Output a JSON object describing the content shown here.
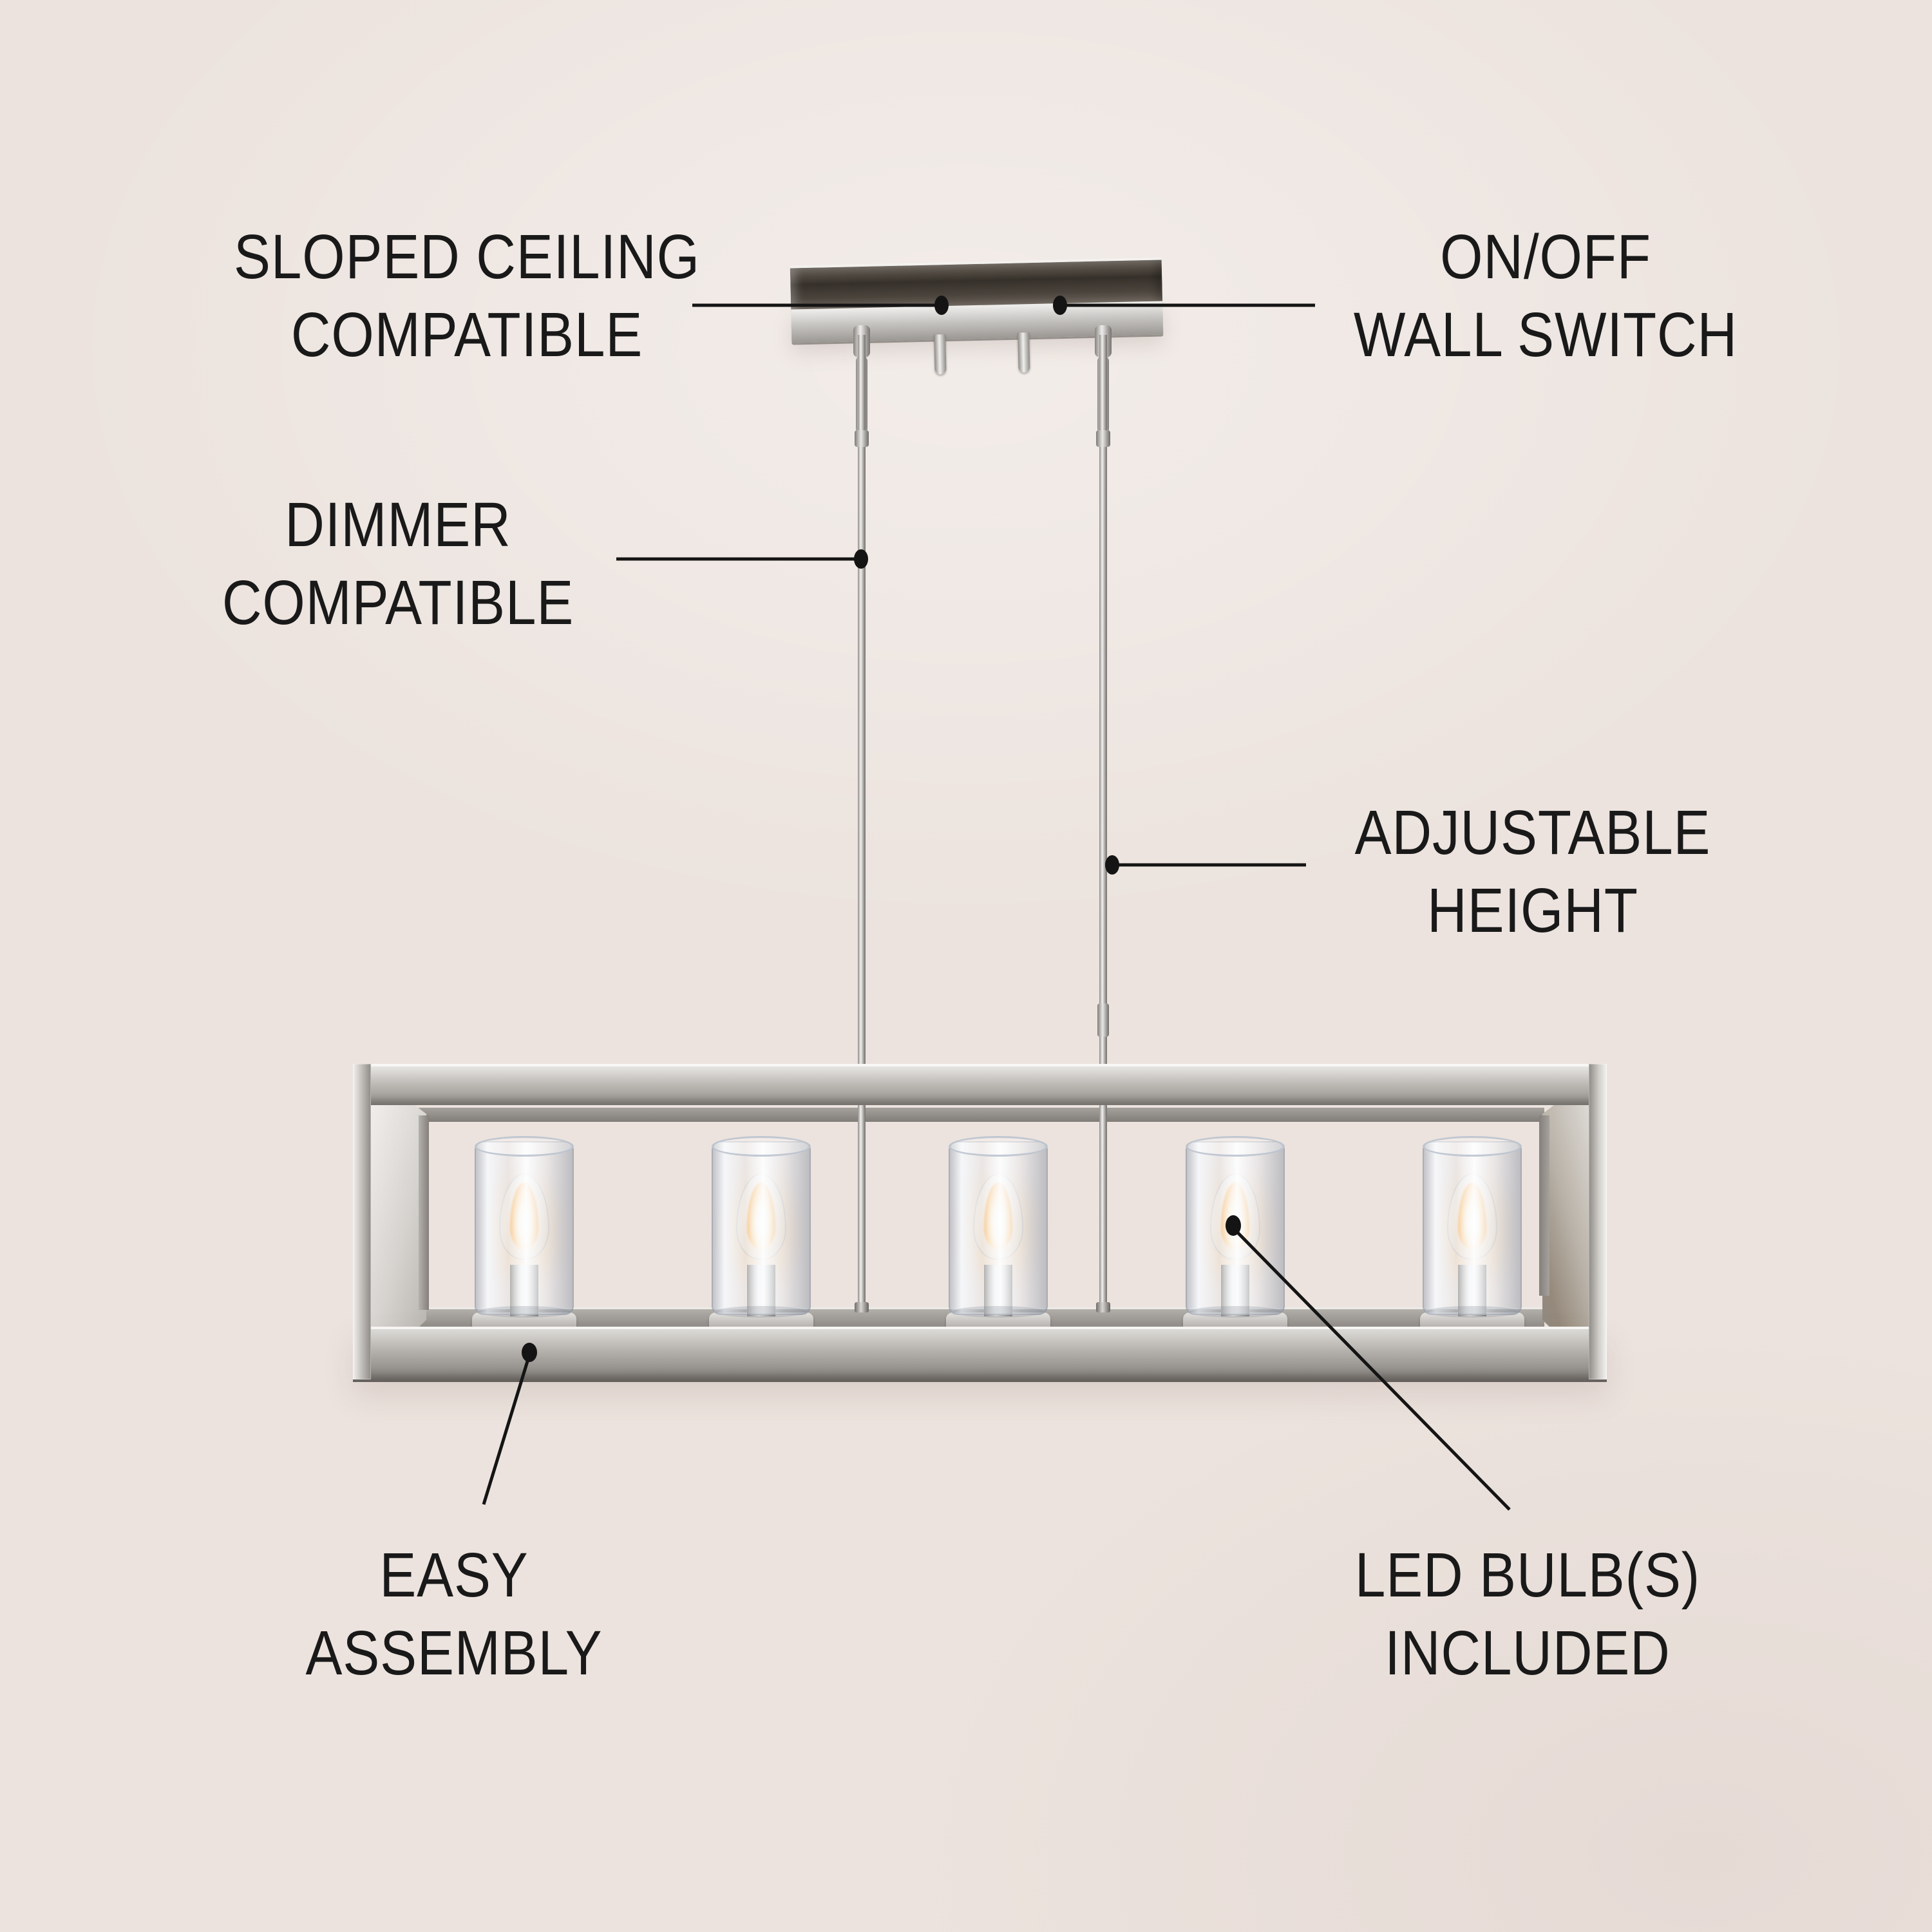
{
  "colors": {
    "background": "#ece3de",
    "label_text": "#191919",
    "leader_line": "#141414",
    "metal_light": "#f2f1ef",
    "metal_mid": "#b4b0ab",
    "metal_dark": "#7c7875",
    "canopy_dark": "#332f2b",
    "flame_core": "#fff7e6",
    "flame_glow": "#ffb768",
    "glass_tint": "#dfe6ee"
  },
  "fixture": {
    "light_count": 5,
    "description": "Five clear glass cylinder shades with lit LED candle bulbs in an open rectangular brushed-nickel frame, hung by two vertical rods from a rectangular ceiling canopy"
  },
  "callouts": {
    "sloped_ceiling": {
      "line1": "SLOPED CEILING",
      "line2": "COMPATIBLE"
    },
    "wall_switch": {
      "line1": "ON/OFF",
      "line2": "WALL SWITCH"
    },
    "dimmer": {
      "line1": "DIMMER",
      "line2": "COMPATIBLE"
    },
    "adjustable": {
      "line1": "ADJUSTABLE",
      "line2": "HEIGHT"
    },
    "assembly": {
      "line1": "EASY",
      "line2": "ASSEMBLY"
    },
    "led": {
      "line1": "LED BULB(S)",
      "line2": "INCLUDED"
    }
  }
}
